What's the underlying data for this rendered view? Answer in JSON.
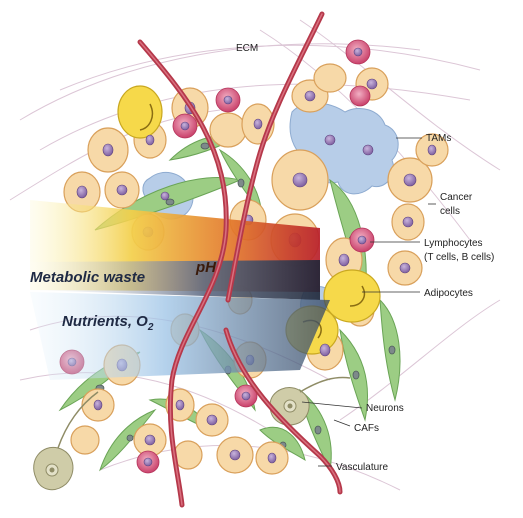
{
  "labels": {
    "ecm": "ECM",
    "tams": "TAMs",
    "cancer_line1": "Cancer",
    "cancer_line2": "cells",
    "lymph_line1": "Lymphocytes",
    "lymph_line2": "(T cells, B cells)",
    "adipocytes": "Adipocytes",
    "neurons": "Neurons",
    "cafs": "CAFs",
    "vasculature": "Vasculature",
    "metabolic_waste": "Metabolic waste",
    "nutrients": "Nutrients, O",
    "nutrients_sub": "2",
    "ph": "pH"
  },
  "colors": {
    "vessel": "#b5384a",
    "cancer_fill": "#f7d9a8",
    "cancer_stroke": "#d9a05b",
    "nucleus": "#9a78b5",
    "lymph": "#d6557a",
    "tam": "#a9c3e3",
    "adipocyte": "#f6d94a",
    "caf": "#8fc47a",
    "neuron": "#c9c7a3",
    "ecm_fiber": "#d8bfd0",
    "gradient_warm": [
      "#f6e27a",
      "#e79a2c",
      "#c0252a"
    ],
    "gradient_cool": [
      "#c6e3f6",
      "#6f8fb5",
      "#2e3b54"
    ]
  }
}
